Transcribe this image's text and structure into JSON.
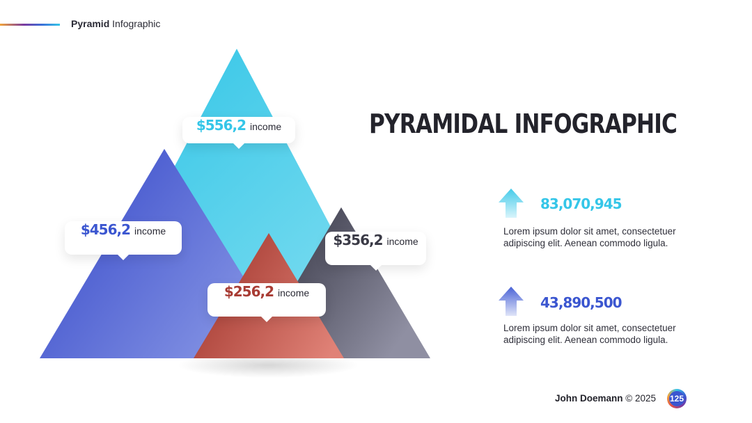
{
  "header": {
    "title_bold": "Pyramid",
    "title_rest": "Infographic"
  },
  "title": "PYRAMIDAL INFOGRAPHIC",
  "pyramid": {
    "top": {
      "value": "$556,2",
      "label": "income",
      "color": "#35c6e8"
    },
    "left": {
      "value": "$456,2",
      "label": "income",
      "color": "#3b56d0"
    },
    "right": {
      "value": "$356,2",
      "label": "income",
      "color": "#3a3a46"
    },
    "center": {
      "value": "$256,2",
      "label": "income",
      "color": "#a83c34"
    }
  },
  "stats": [
    {
      "value": "83,070,945",
      "color": "#35c6e8",
      "icon": "arrow-up-icon",
      "desc_line1": "Lorem ipsum dolor sit amet, consectetuer",
      "desc_line2": "adipiscing elit. Aenean commodo ligula."
    },
    {
      "value": "43,890,500",
      "color": "#3b56d0",
      "icon": "arrow-up-icon",
      "desc_line1": "Lorem ipsum dolor sit amet, consectetuer",
      "desc_line2": "adipiscing elit. Aenean commodo ligula."
    }
  ],
  "footer": {
    "author": "John Doemann",
    "copyright": "© 2025",
    "page": "125"
  }
}
